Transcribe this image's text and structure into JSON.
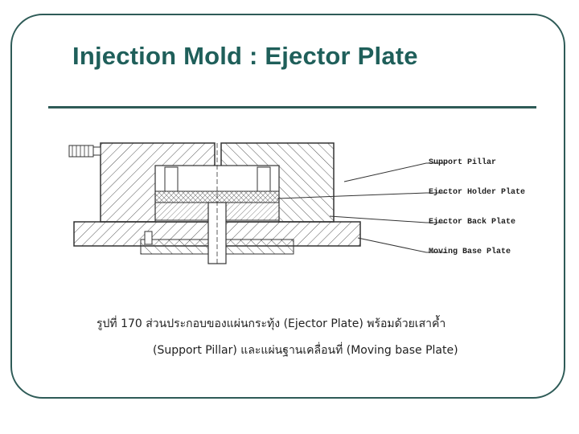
{
  "slide": {
    "title": "Injection Mold : Ejector Plate"
  },
  "diagram": {
    "labels": [
      "Support Pillar",
      "Ejector Holder Plate",
      "Ejector Back Plate",
      "Moving Base Plate"
    ]
  },
  "caption": {
    "line1": "รูปที่ 170 ส่วนประกอบของแผ่นกระทุ้ง (Ejector Plate) พร้อมด้วยเสาค้ำ",
    "line2": "(Support Pillar) และแผ่นฐานเคลื่อนที่ (Moving base Plate)"
  },
  "colors": {
    "frame": "#2e5b57",
    "title": "#1f5f5a",
    "line_art": "#333333"
  }
}
